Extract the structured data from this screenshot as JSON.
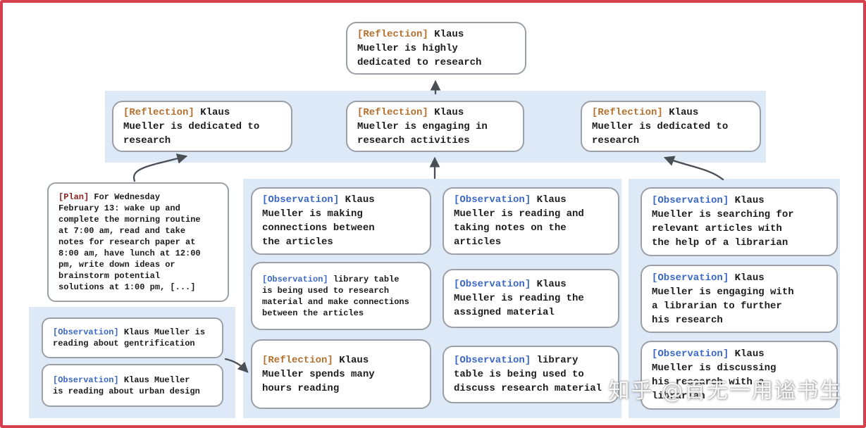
{
  "palette": {
    "frame_border": "#d5404d",
    "panel_bg": "#dde9f7",
    "node_border": "#9aa0a6",
    "node_bg": "#ffffff",
    "reflection_tag": "#b5702e",
    "observation_tag": "#3a68c4",
    "plan_tag": "#8e1f1f",
    "body_text": "#1c1c1c",
    "arrow": "#4a4f55"
  },
  "watermark": "知乎 @百无一用谧书生",
  "tree": {
    "root": {
      "type": "reflection",
      "tag": "[Reflection]",
      "text": "Klaus\nMueller is highly\ndedicated to research"
    },
    "reflections_row": [
      {
        "type": "reflection",
        "tag": "[Reflection]",
        "text": "Klaus\nMueller is dedicated to\nresearch"
      },
      {
        "type": "reflection",
        "tag": "[Reflection]",
        "text": "Klaus\nMueller is engaging in\nresearch activities"
      },
      {
        "type": "reflection",
        "tag": "[Reflection]",
        "text": "Klaus\nMueller is dedicated to\nresearch"
      }
    ],
    "plan": {
      "type": "plan",
      "tag": "[Plan]",
      "text": "For Wednesday\nFebruary 13: wake up and\ncomplete the morning routine\nat 7:00 am, read and take\nnotes for research paper at\n8:00 am, have lunch at 12:00\npm, write down ideas or\nbrainstorm potential\nsolutions at 1:00 pm, [...]"
    },
    "left_observations": [
      {
        "type": "observation",
        "tag": "[Observation]",
        "text": "Klaus Mueller is\nreading about gentrification"
      },
      {
        "type": "observation",
        "tag": "[Observation]",
        "text": "Klaus Mueller\nis reading about urban design"
      }
    ],
    "middle_column_a": [
      {
        "type": "observation",
        "tag": "[Observation]",
        "text": "Klaus\nMueller is making\nconnections between\nthe articles"
      },
      {
        "type": "observation",
        "tag": "[Observation]",
        "text": "library table\nis being used to research\nmaterial and make connections\nbetween the articles"
      },
      {
        "type": "reflection",
        "tag": "[Reflection]",
        "text": "Klaus\nMueller spends many\nhours reading"
      }
    ],
    "middle_column_b": [
      {
        "type": "observation",
        "tag": "[Observation]",
        "text": "Klaus\nMueller is reading and\ntaking notes on the\narticles"
      },
      {
        "type": "observation",
        "tag": "[Observation]",
        "text": "Klaus\nMueller is reading the\nassigned material"
      },
      {
        "type": "observation",
        "tag": "[Observation]",
        "text": "library\ntable is being used to\ndiscuss research material"
      }
    ],
    "right_column": [
      {
        "type": "observation",
        "tag": "[Observation]",
        "text": "Klaus\nMueller is searching for\nrelevant articles with\nthe help of a librarian"
      },
      {
        "type": "observation",
        "tag": "[Observation]",
        "text": "Klaus\nMueller is engaging with\na librarian to further\nhis research"
      },
      {
        "type": "observation",
        "tag": "[Observation]",
        "text": "Klaus\nMueller is discussing\nhis research with a\nlibrarian"
      }
    ]
  }
}
